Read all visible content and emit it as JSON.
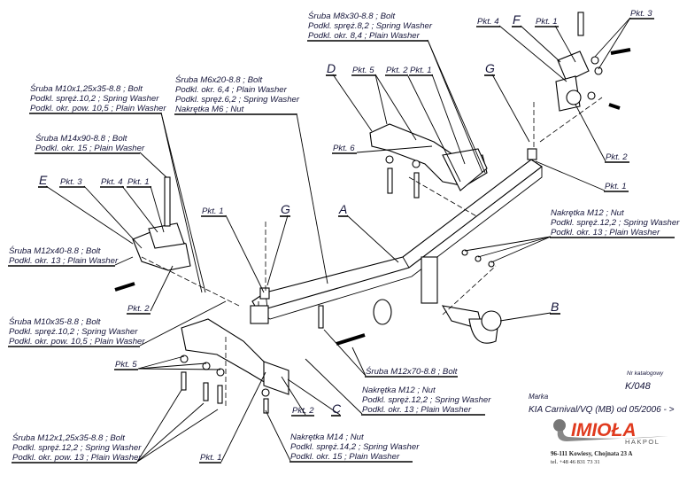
{
  "labels": {
    "m10x125_bolt": "Śruba M10x1,25x35-8.8 ;  Bolt",
    "m10x125_spring": "Podkl. spręż.10,2 ; Spring Washer",
    "m10x125_plain": "Podkl. okr. pow. 10,5 ; Plain Washer",
    "m6_bolt": "Śruba M6x20-8.8 ;  Bolt",
    "m6_plain": "Podkl. okr. 6,4 ; Plain Washer",
    "m6_spring": "Podkl. spręż.6,2 ; Spring Washer",
    "m6_nut": "Nakrętka  M6 ; Nut",
    "m14x90_bolt": "Śruba M14x90-8.8 ;  Bolt",
    "m14x90_plain": "Podkl. okr. 15 ; Plain Washer",
    "m12x40_bolt": "Śruba M12x40-8.8 ;  Bolt",
    "m12x40_plain": "Podkl. okr. 13 ; Plain Washer",
    "m10x35_bolt": "Śruba M10x35-8.8 ;  Bolt",
    "m10x35_spring": "Podkl. spręż.10,2 ; Spring Washer",
    "m10x35_plain": "Podkl. okr. pow. 10,5 ; Plain Washer",
    "m12x125_bolt": "Śruba M12x1,25x35-8.8 ;  Bolt",
    "m12x125_spring": "Podkl. spręż.12,2 ; Spring Washer",
    "m12x125_plain": "Podkl. okr. pow. 13 ; Plain Washer",
    "m12x70_bolt": "Śruba M12x70-8.8 ;  Bolt",
    "m12_nut": "Nakrętka  M12 ; Nut",
    "m12_spring": "Podkl. spręż.12,2 ; Spring Washer",
    "m12_plain": "Podkl. okr. 13 ; Plain Washer",
    "m14_nut": "Nakrętka  M14 ; Nut",
    "m14_spring": "Podkl. spręż.14,2 ; Spring Washer",
    "m14_plain": "Podkl. okr. 15 ; Plain Washer",
    "m8_bolt": "Śruba M8x30-8.8 ;  Bolt",
    "m8_spring": "Podkl. spręż.8,2 ; Spring Washer",
    "m8_plain": "Podkl. okr. 8,4 ; Plain Washer"
  },
  "points": {
    "pkt1": "Pkt. 1",
    "pkt2": "Pkt. 2",
    "pkt3": "Pkt. 3",
    "pkt4": "Pkt. 4",
    "pkt5": "Pkt. 5",
    "pkt6": "Pkt. 6"
  },
  "parts": {
    "A": "A",
    "B": "B",
    "C": "C",
    "D": "D",
    "E": "E",
    "F": "F",
    "G": "G"
  },
  "title_block": {
    "catalog_label": "Nr katalogowy",
    "catalog_number": "K/048",
    "brand_label": "Marka",
    "vehicle": "KIA Carnival/VQ (MB)   od 05/2006 - >",
    "logo_text": "IMIOŁA",
    "logo_sub": "HAKPOL",
    "address": "96-111 Kowiesy, Chojnata 23 A",
    "phone": "tel. +48 46 831 73 31",
    "logo_color": "#e03a1e"
  }
}
